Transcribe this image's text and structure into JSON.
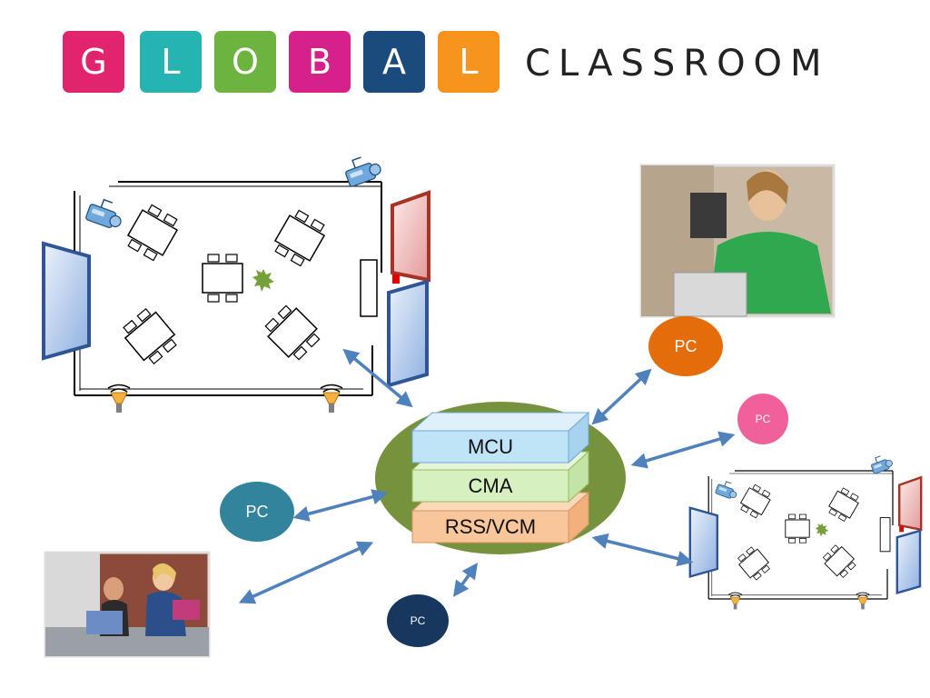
{
  "logo": {
    "letters": [
      {
        "char": "G",
        "color": "#e2246f"
      },
      {
        "char": "L",
        "color": "#25b4b1"
      },
      {
        "char": "O",
        "color": "#6db33f"
      },
      {
        "char": "B",
        "color": "#d6208a"
      },
      {
        "char": "A",
        "color": "#1b4a7d"
      },
      {
        "char": "L",
        "color": "#f7941d"
      }
    ],
    "word": "CLASSROOM"
  },
  "hub": {
    "layers": [
      {
        "label": "MCU",
        "color": "#bfe3f7"
      },
      {
        "label": "CMA",
        "color": "#d7f0c0"
      },
      {
        "label": "RSS/VCM",
        "color": "#f9c59a"
      }
    ],
    "ellipse_color": "#76923c"
  },
  "pcs": [
    {
      "label": "PC",
      "color": "#e46c0a"
    },
    {
      "label": "PC",
      "color": "#f0609a"
    },
    {
      "label": "PC",
      "color": "#31849b"
    },
    {
      "label": "PC",
      "color": "#17375e"
    }
  ],
  "icons": {
    "camera": "security-camera-icon",
    "speaker": "speaker-icon",
    "screen": "display-screen-icon",
    "table": "table-with-chairs-icon"
  },
  "arrow_color": "#4f81bd"
}
